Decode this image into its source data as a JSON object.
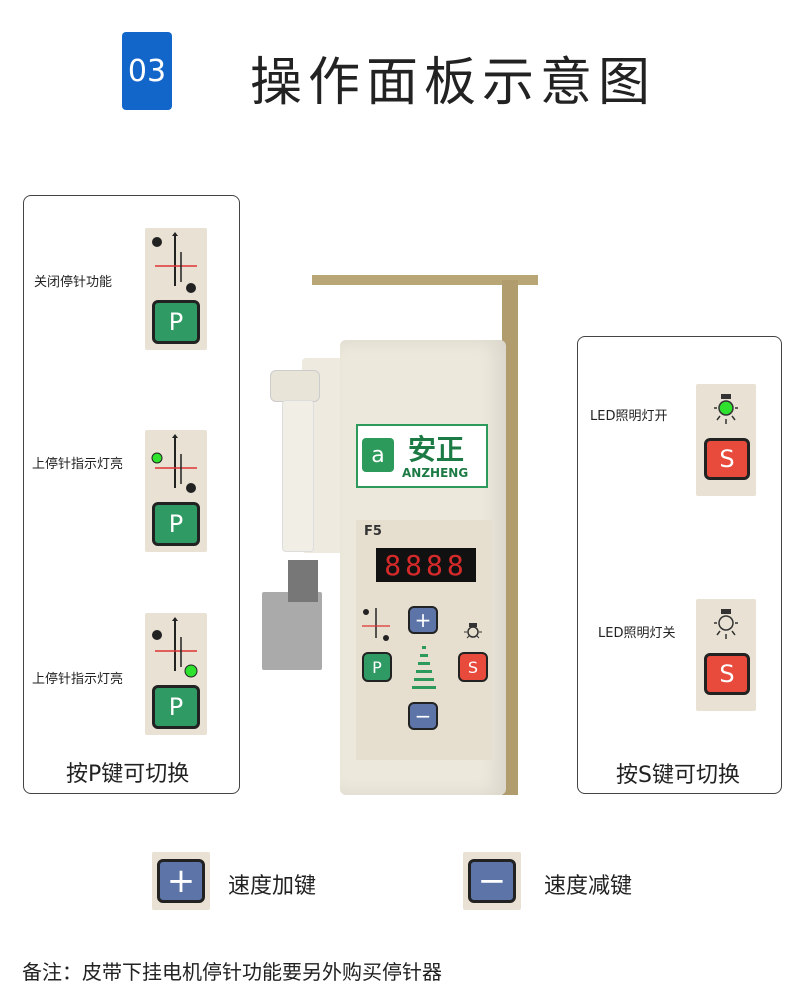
{
  "header": {
    "badge": "03",
    "title": "操作面板示意图"
  },
  "left_panel": {
    "items": [
      {
        "label": "关闭停针功能",
        "key": "P"
      },
      {
        "label": "上停针指示灯亮",
        "key": "P"
      },
      {
        "label": "上停针指示灯亮",
        "key": "P"
      }
    ],
    "caption": "按P键可切换"
  },
  "right_panel": {
    "items": [
      {
        "label": "LED照明灯开",
        "key": "S"
      },
      {
        "label": "LED照明灯关",
        "key": "S"
      }
    ],
    "caption": "按S键可切换"
  },
  "device": {
    "brand_cn": "安正",
    "brand_en": "ANZHENG",
    "model": "F5",
    "display": "8888",
    "keys": {
      "plus": "+",
      "minus": "−",
      "p": "P",
      "s": "S"
    }
  },
  "legend": {
    "plus": {
      "symbol": "+",
      "label": "速度加键"
    },
    "minus": {
      "symbol": "−",
      "label": "速度减键"
    }
  },
  "footnote": "备注：皮带下挂电机停针功能要另外购买停针器",
  "colors": {
    "badge": "#1366c9",
    "p_key": "#2f9a63",
    "s_key": "#e84a3c",
    "speed_key": "#5c74a8",
    "indicator_on": "#22dd22"
  }
}
